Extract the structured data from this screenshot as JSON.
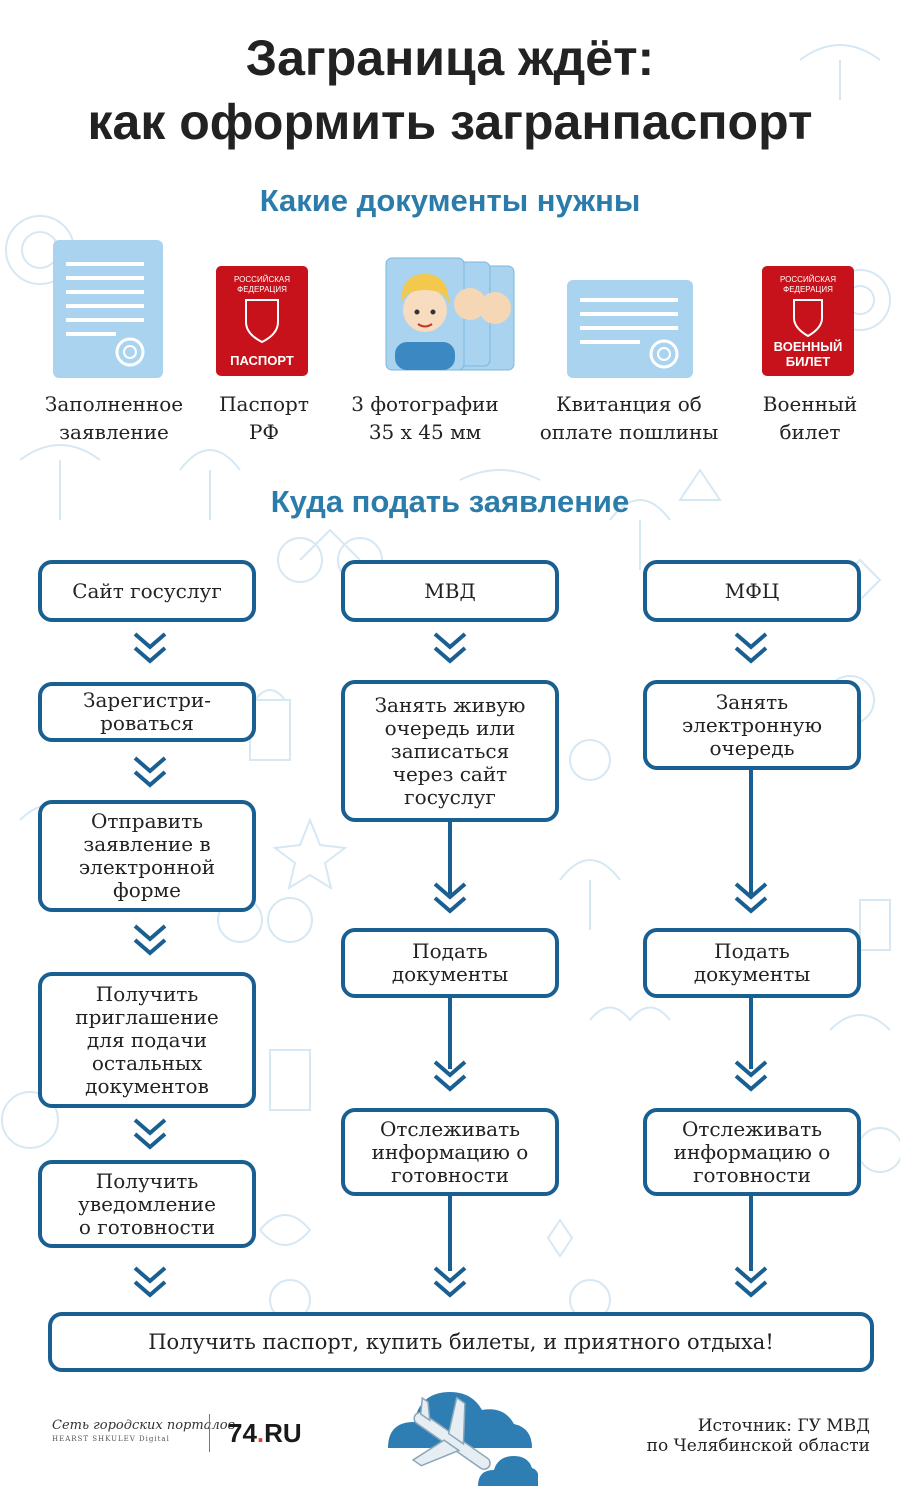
{
  "title": {
    "line1": "Заграница ждёт:",
    "line2": "как оформить загранпаспорт"
  },
  "documents": {
    "heading": "Какие документы нужны",
    "items": [
      {
        "icon": "application-form-icon",
        "caption_line1": "Заполненное",
        "caption_line2": "заявление"
      },
      {
        "icon": "russian-passport-icon",
        "caption_line1": "Паспорт",
        "caption_line2": "РФ",
        "cover_top": "РОССИЙСКАЯ ФЕДЕРАЦИЯ",
        "cover_label": "ПАСПОРТ"
      },
      {
        "icon": "photos-icon",
        "caption_line1": "3 фотографии",
        "caption_line2": "35 х 45 мм"
      },
      {
        "icon": "receipt-icon",
        "caption_line1": "Квитанция об",
        "caption_line2": "оплате пошлины"
      },
      {
        "icon": "military-id-icon",
        "caption_line1": "Военный",
        "caption_line2": "билет",
        "cover_top": "РОССИЙСКАЯ ФЕДЕРАЦИЯ",
        "cover_label": "ВОЕННЫЙ БИЛЕТ"
      }
    ]
  },
  "where": {
    "heading": "Куда подать заявление",
    "columns": [
      {
        "header": "Сайт госуслуг",
        "steps": [
          "Зарегистри-\nроваться",
          "Отправить\nзаявление в\nэлектронной\nформе",
          "Получить\nприглашение\nдля подачи\nостальных\nдокументов",
          "Получить\nуведомление\nо готовности"
        ]
      },
      {
        "header": "МВД",
        "steps": [
          "Занять живую\nочередь или\nзаписаться\nчерез сайт\nгосуслуг",
          "Подать\nдокументы",
          "Отслеживать\nинформацию о\nготовности"
        ]
      },
      {
        "header": "МФЦ",
        "steps": [
          "Занять\nэлектронную\nочередь",
          "Подать\nдокументы",
          "Отслеживать\nинформацию о\nготовности"
        ]
      }
    ],
    "final": "Получить паспорт, купить билеты, и приятного отдыха!"
  },
  "footer": {
    "network_line1": "Сеть городских порталов",
    "network_line2": "HEARST SHKULEV Digital",
    "brand_main": "74",
    "brand_dot": ".",
    "brand_ru": "RU",
    "source_line1": "Источник: ГУ МВД",
    "source_line2": "по Челябинской области"
  },
  "colors": {
    "accent": "#2b7cab",
    "box_border": "#1a5f91",
    "doc_blue": "#a9d3ef",
    "cover_red": "#c8121b",
    "cloud_blue": "#2f7eb3",
    "brand_dot": "#e63b2e"
  }
}
